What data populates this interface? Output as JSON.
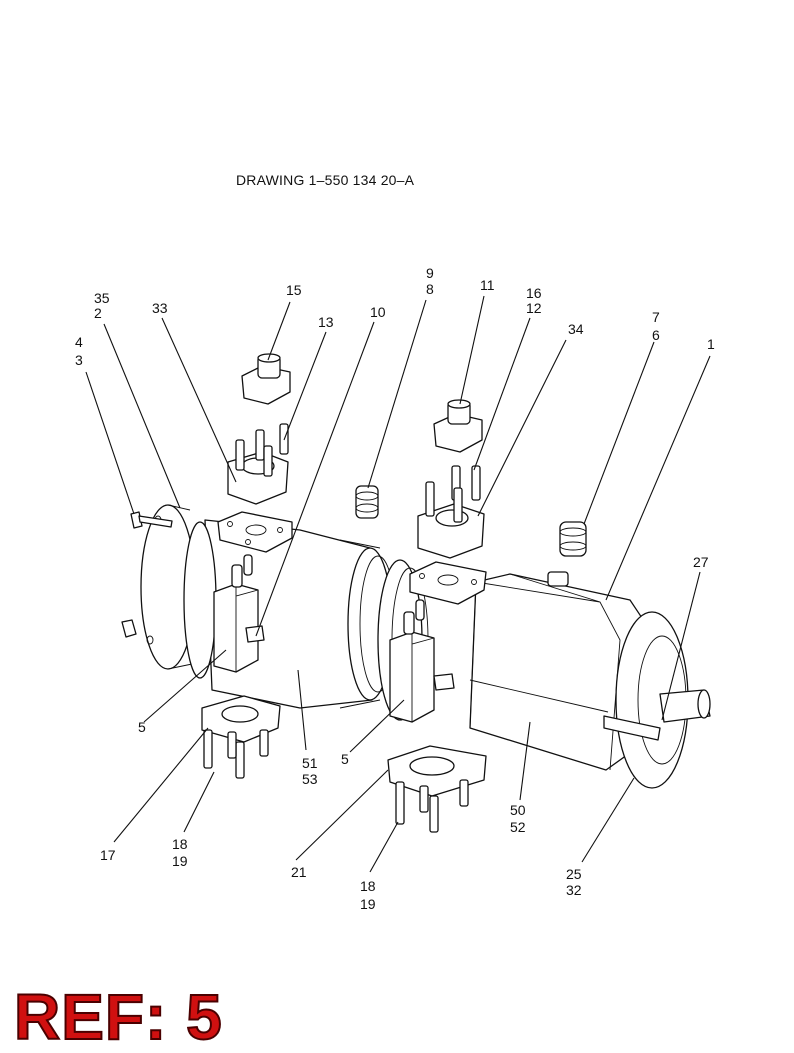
{
  "drawing": {
    "title": "DRAWING 1–550 134 20–A"
  },
  "callouts": {
    "c35": "35",
    "c2": "2",
    "c33": "33",
    "c15": "15",
    "c13": "13",
    "c10": "10",
    "c9": "9",
    "c8": "8",
    "c11": "11",
    "c16": "16",
    "c12": "12",
    "c34": "34",
    "c7": "7",
    "c6": "6",
    "c1": "1",
    "c4": "4",
    "c3": "3",
    "c27": "27",
    "c5a": "5",
    "c51": "51",
    "c53": "53",
    "c5b": "5",
    "c50": "50",
    "c52": "52",
    "c17": "17",
    "c18a": "18",
    "c19a": "19",
    "c21": "21",
    "c18b": "18",
    "c19b": "19",
    "c25": "25",
    "c32": "32"
  },
  "stamp": {
    "text": "REF: 5"
  }
}
